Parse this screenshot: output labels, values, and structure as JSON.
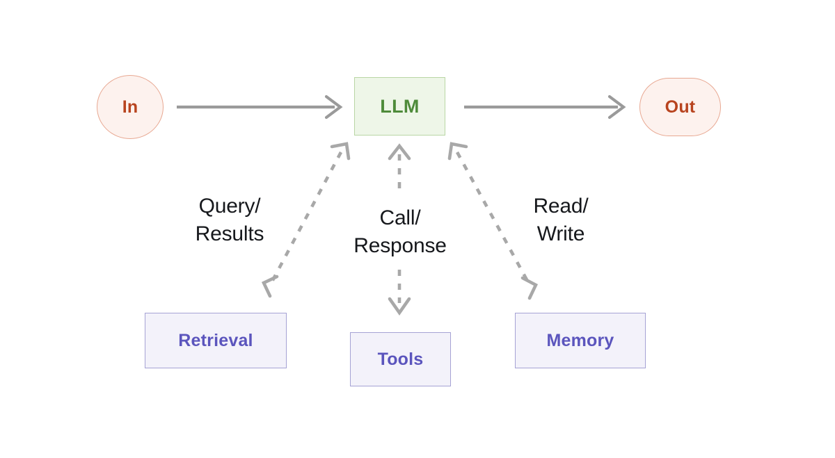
{
  "diagram": {
    "title": "LLM agent architecture diagram",
    "background_color": "#ffffff",
    "nodes": {
      "input": {
        "label": "In",
        "shape": "circle",
        "fill": "#fdf2ee",
        "stroke": "#e8a892",
        "text_color": "#b8441f"
      },
      "llm": {
        "label": "LLM",
        "shape": "rectangle",
        "fill": "#eef6e8",
        "stroke": "#b9d6a4",
        "text_color": "#4e8b3a"
      },
      "output": {
        "label": "Out",
        "shape": "stadium",
        "fill": "#fdf2ee",
        "stroke": "#e8a892",
        "text_color": "#b8441f"
      },
      "retrieval": {
        "label": "Retrieval",
        "shape": "rectangle",
        "fill": "#f3f2fa",
        "stroke": "#a5a2d4",
        "text_color": "#5b55bd"
      },
      "tools": {
        "label": "Tools",
        "shape": "rectangle",
        "fill": "#f3f2fa",
        "stroke": "#a5a2d4",
        "text_color": "#5b55bd"
      },
      "memory": {
        "label": "Memory",
        "shape": "rectangle",
        "fill": "#f3f2fa",
        "stroke": "#a5a2d4",
        "text_color": "#5b55bd"
      }
    },
    "edges": [
      {
        "from": "In",
        "to": "LLM",
        "label": "",
        "style": "solid",
        "direction": "forward",
        "color": "#9a9a9a"
      },
      {
        "from": "LLM",
        "to": "Out",
        "label": "",
        "style": "solid",
        "direction": "forward",
        "color": "#9a9a9a"
      },
      {
        "from": "LLM",
        "to": "Retrieval",
        "label": "Query/\nResults",
        "style": "dashed",
        "direction": "bidirectional",
        "color": "#a8a8a8"
      },
      {
        "from": "LLM",
        "to": "Tools",
        "label": "Call/\nResponse",
        "style": "dashed",
        "direction": "bidirectional",
        "color": "#a8a8a8"
      },
      {
        "from": "LLM",
        "to": "Memory",
        "label": "Read/\nWrite",
        "style": "dashed",
        "direction": "bidirectional",
        "color": "#a8a8a8"
      }
    ],
    "labels": {
      "query_results": "Query/\nResults",
      "call_response": "Call/\nResponse",
      "read_write": "Read/\nWrite"
    }
  }
}
